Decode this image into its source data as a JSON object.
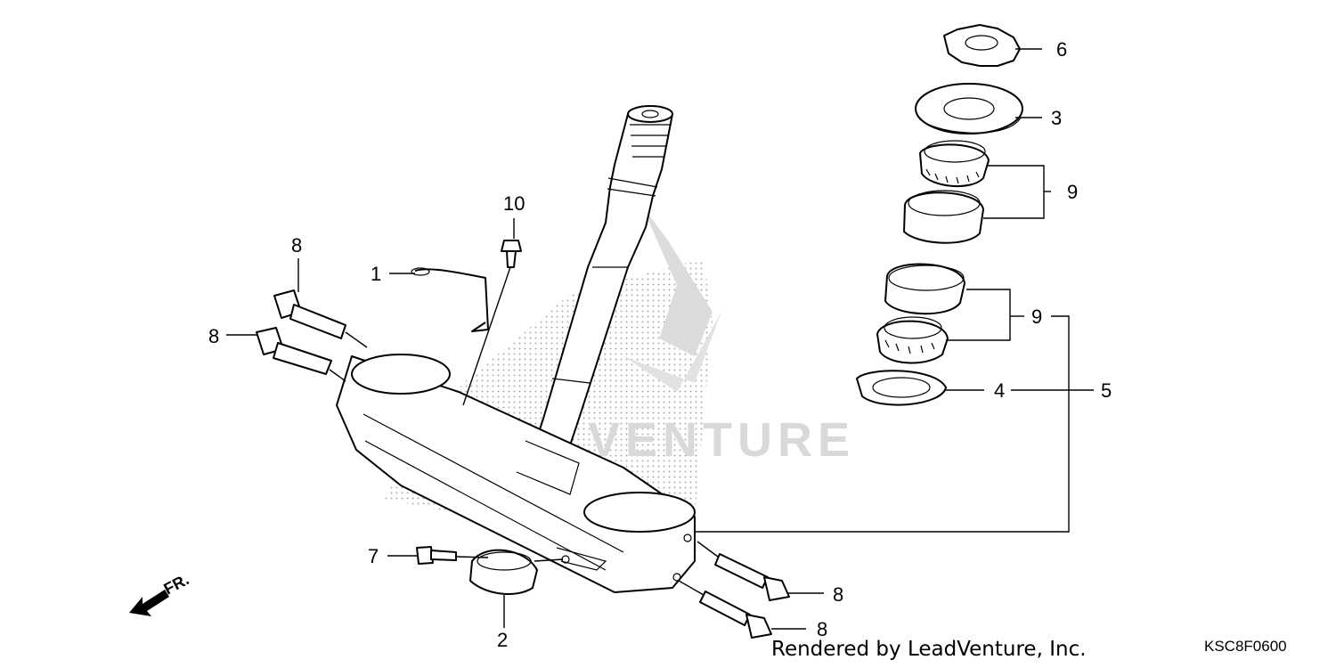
{
  "callouts": {
    "c1": "1",
    "c2": "2",
    "c3": "3",
    "c4": "4",
    "c5": "5",
    "c6": "6",
    "c7": "7",
    "c8a": "8",
    "c8b": "8",
    "c8c": "8",
    "c8d": "8",
    "c9a": "9",
    "c9b": "9",
    "c10": "10"
  },
  "direction_label": "FR.",
  "watermark": "VENTURE",
  "footer": {
    "credit": "Rendered by LeadVenture, Inc.",
    "code": "KSC8F0600"
  },
  "colors": {
    "ink": "#000000",
    "watermark": "#d9d9d9",
    "background": "#ffffff"
  }
}
